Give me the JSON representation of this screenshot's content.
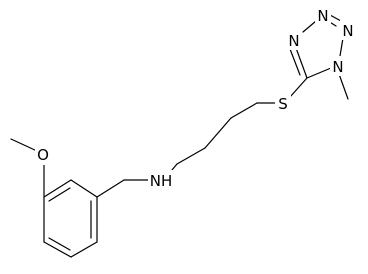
{
  "atoms": {
    "oxygen": "O",
    "amine": "NH",
    "sulfur": "S",
    "tetrazole_n1": "N",
    "tetrazole_n2": "N",
    "tetrazole_n3": "N",
    "tetrazole_n4": "N"
  },
  "colors": {
    "bond": "#000000",
    "label": "#000000",
    "background": "#ffffff"
  }
}
